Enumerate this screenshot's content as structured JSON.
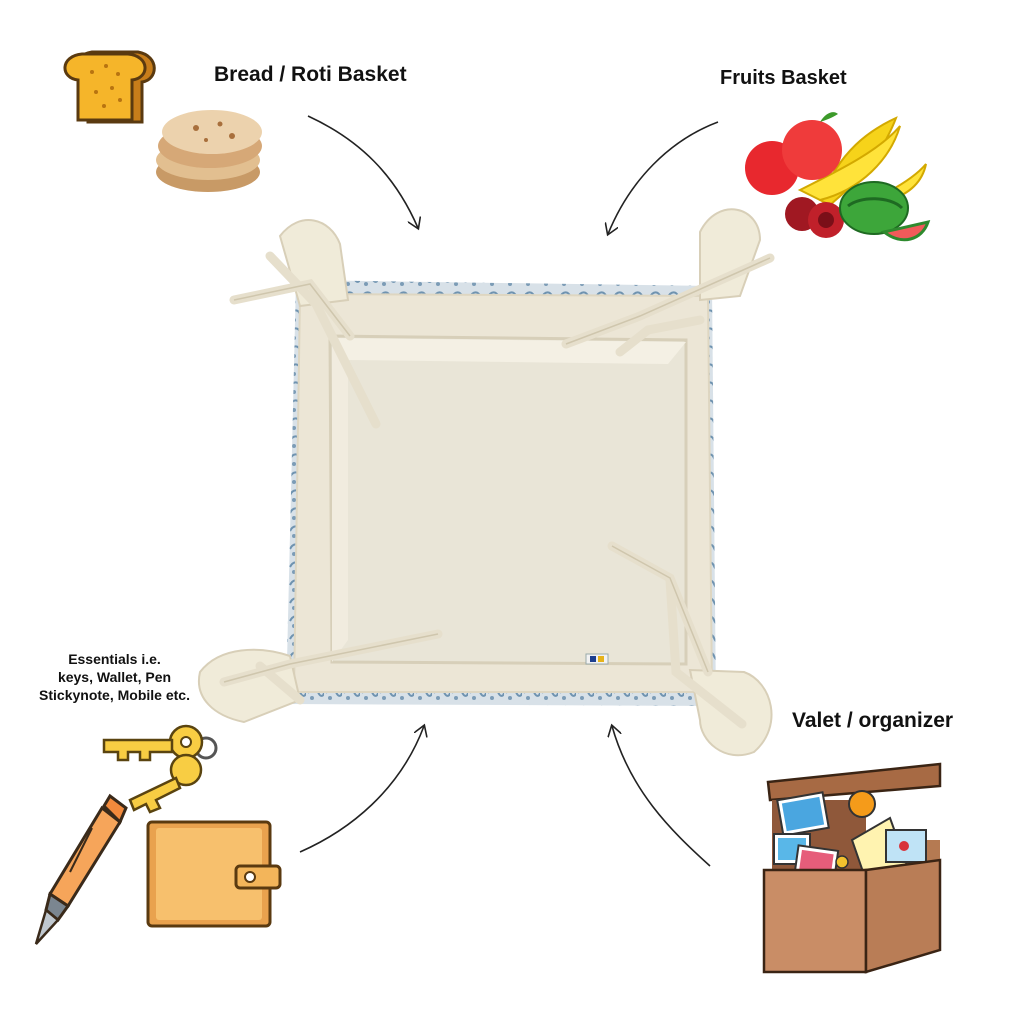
{
  "labels": {
    "bread": "Bread / Roti Basket",
    "fruits": "Fruits Basket",
    "valet": "Valet / organizer",
    "essentials": [
      "Essentials i.e.",
      "keys, Wallet, Pen",
      "Stickynote, Mobile etc."
    ]
  },
  "icons": {
    "bread": "bread-slice-icon",
    "roti": "roti-stack-icon",
    "fruits": "fruit-assortment-icon",
    "keys": "keys-icon",
    "pen": "fountain-pen-icon",
    "wallet": "wallet-icon",
    "valet": "open-box-icon",
    "basket": "fabric-basket-image"
  },
  "colors": {
    "basket_fabric": "#efeadb",
    "basket_print": "#7c9cb6",
    "bread": "#f5b52a",
    "wallet": "#f6b45d",
    "box": "#c98d66"
  }
}
